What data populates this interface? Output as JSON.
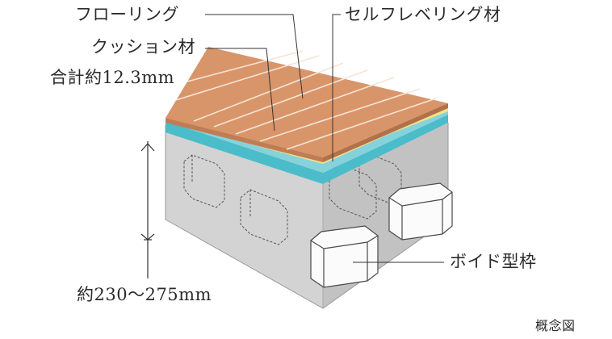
{
  "labels": {
    "flooring": "フローリング",
    "cushion": "クッション材",
    "total": "合計約12.3mm",
    "self_leveling": "セルフレベリング材",
    "void_form": "ボイド型枠",
    "thickness": "約230〜275mm",
    "concept": "概念図"
  },
  "colors": {
    "flooring": "#d9956a",
    "flooring_lines": "#f6e4d6",
    "cushion_layer": "#f3e38a",
    "leveling_layer": "#4bbcc9",
    "slab_top": "#e2e2e2",
    "slab_side": "#bfbfbf",
    "slab_front": "#cfcfcf",
    "void_box": "#fbfbfb",
    "leader_line": "#333333",
    "text": "#2b2b2b"
  }
}
